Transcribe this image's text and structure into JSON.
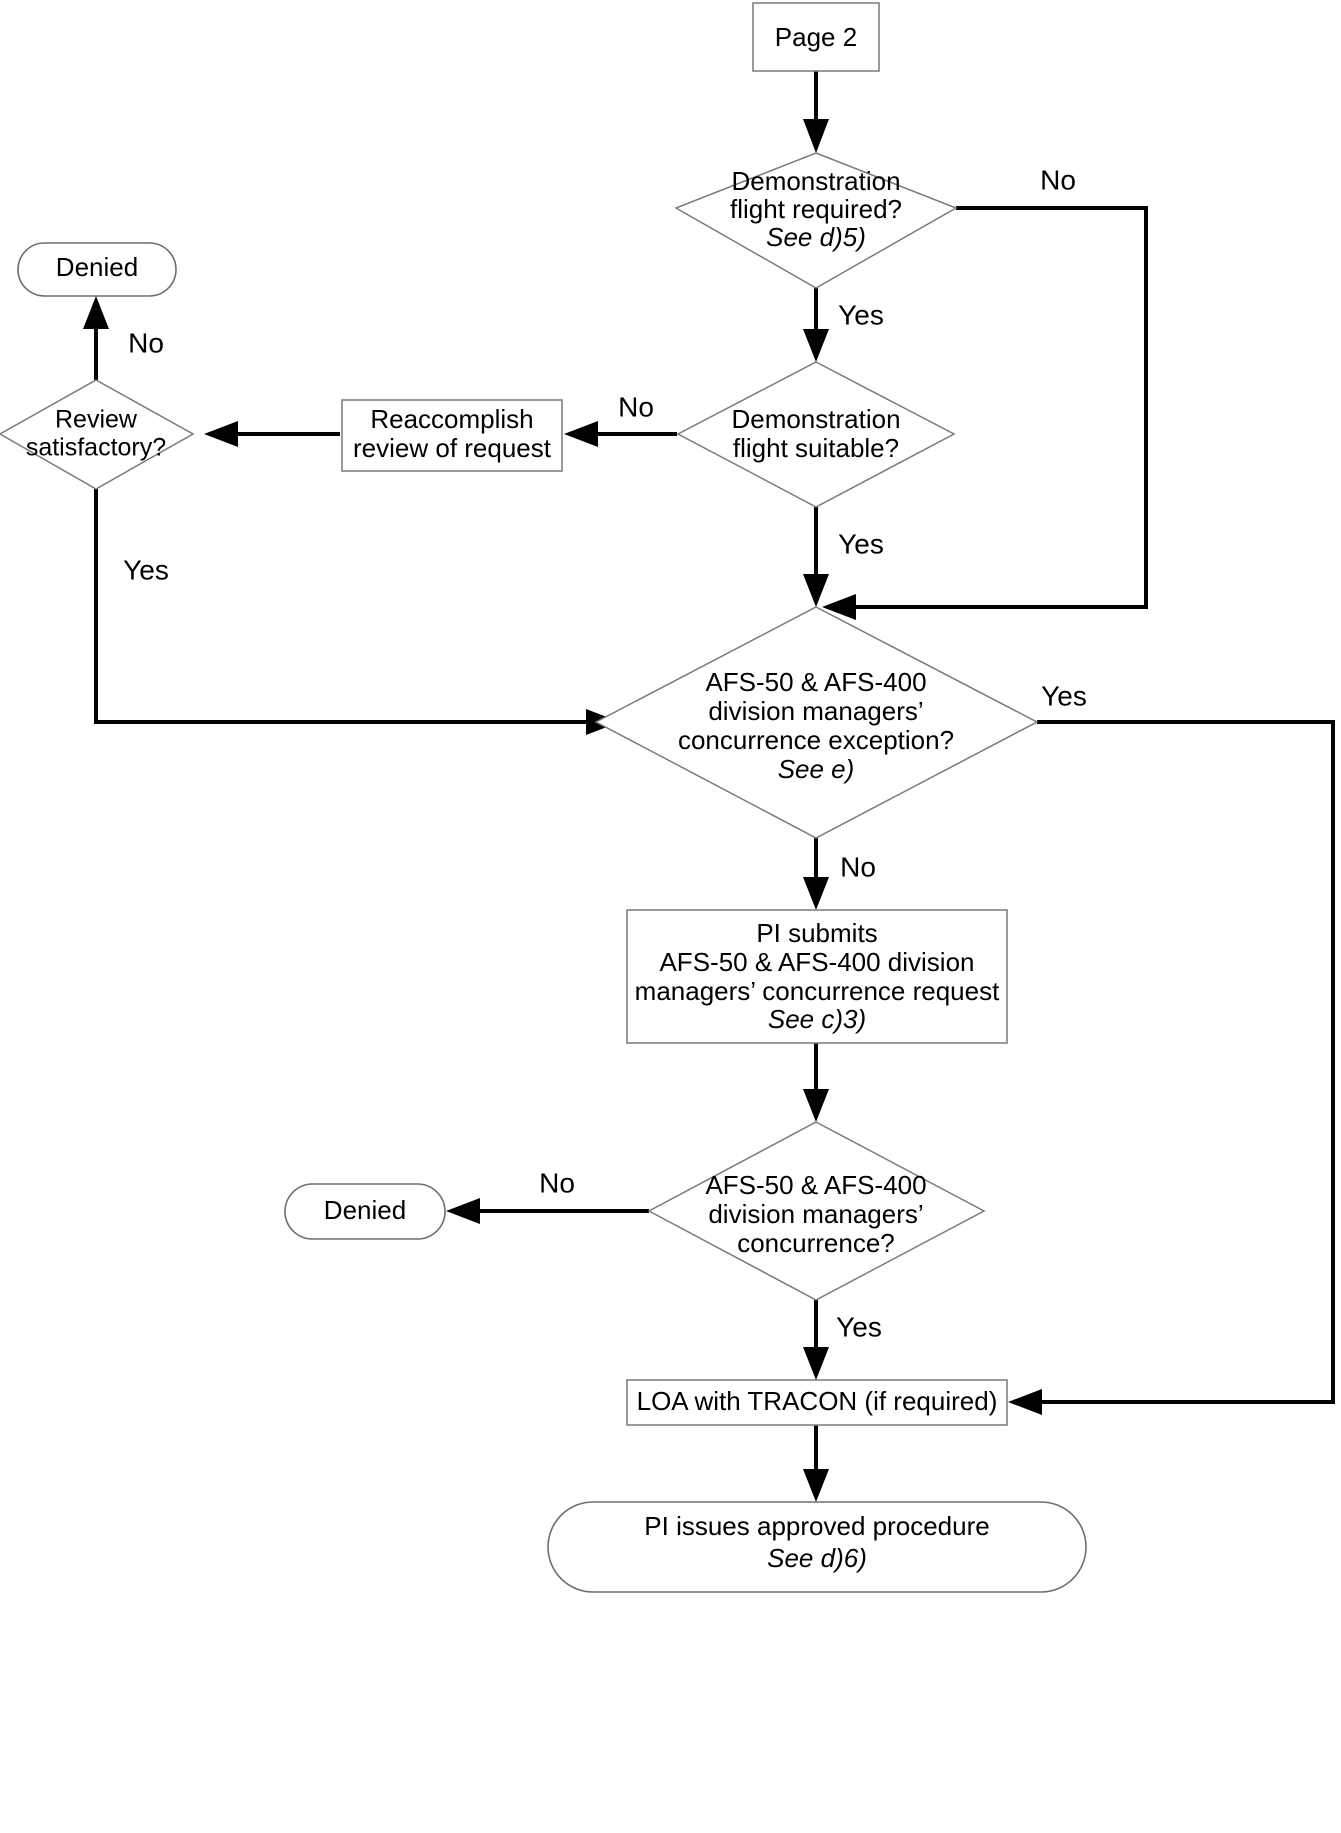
{
  "diagram": {
    "title": "Page 2",
    "type": "flowchart",
    "nodes": [
      {
        "id": "page2",
        "shape": "process",
        "lines": [
          "Page 2"
        ],
        "italic_lines": []
      },
      {
        "id": "demo-flight-required",
        "shape": "decision",
        "lines": [
          "Demonstration",
          "flight required?"
        ],
        "italic_lines": [
          "See d)5)"
        ]
      },
      {
        "id": "denied-top",
        "shape": "terminator",
        "lines": [
          "Denied"
        ],
        "italic_lines": []
      },
      {
        "id": "review-satisfactory",
        "shape": "decision",
        "lines": [
          "Review",
          "satisfactory?"
        ],
        "italic_lines": []
      },
      {
        "id": "reaccomplish-review",
        "shape": "process",
        "lines": [
          "Reaccomplish",
          "review of request"
        ],
        "italic_lines": []
      },
      {
        "id": "demo-flight-suitable",
        "shape": "decision",
        "lines": [
          "Demonstration",
          "flight suitable?"
        ],
        "italic_lines": []
      },
      {
        "id": "concurrence-exception",
        "shape": "decision",
        "lines": [
          "AFS-50 & AFS-400",
          "division managers’",
          "concurrence exception?"
        ],
        "italic_lines": [
          "See e)"
        ]
      },
      {
        "id": "pi-submits",
        "shape": "process",
        "lines": [
          "PI submits",
          "AFS-50 & AFS-400 division",
          "managers’ concurrence request"
        ],
        "italic_lines": [
          "See c)3)"
        ]
      },
      {
        "id": "concurrence-decision",
        "shape": "decision",
        "lines": [
          "AFS-50 & AFS-400",
          "division managers’",
          "concurrence?"
        ],
        "italic_lines": []
      },
      {
        "id": "denied-bottom",
        "shape": "terminator",
        "lines": [
          "Denied"
        ],
        "italic_lines": []
      },
      {
        "id": "loa-tracon",
        "shape": "process",
        "lines": [
          "LOA with TRACON (if required)"
        ],
        "italic_lines": []
      },
      {
        "id": "pi-issues-procedure",
        "shape": "terminator",
        "lines": [
          "PI issues approved procedure"
        ],
        "italic_lines": [
          "See d)6)"
        ]
      }
    ],
    "labels": {
      "page2_title": "Page 2",
      "demo_required_l1": "Demonstration",
      "demo_required_l2": "flight required?",
      "demo_required_ref": "See d)5)",
      "denied_top": "Denied",
      "review_l1": "Review",
      "review_l2": "satisfactory?",
      "reaccomplish_l1": "Reaccomplish",
      "reaccomplish_l2": "review of request",
      "demo_suitable_l1": "Demonstration",
      "demo_suitable_l2": "flight suitable?",
      "exception_l1": "AFS-50 & AFS-400",
      "exception_l2": "division managers’",
      "exception_l3": "concurrence exception?",
      "exception_ref": "See e)",
      "pi_submits_l1": "PI submits",
      "pi_submits_l2": "AFS-50 & AFS-400 division",
      "pi_submits_l3": "managers’ concurrence request",
      "pi_submits_ref": "See c)3)",
      "concurrence_l1": "AFS-50 & AFS-400",
      "concurrence_l2": "division managers’",
      "concurrence_l3": "concurrence?",
      "denied_bottom": "Denied",
      "loa_tracon": "LOA with TRACON (if required)",
      "pi_issues_l1": "PI issues approved procedure",
      "pi_issues_ref": "See d)6)"
    },
    "edge_labels": {
      "demo_required_no": "No",
      "demo_required_yes": "Yes",
      "review_no": "No",
      "review_yes": "Yes",
      "demo_suitable_no": "No",
      "demo_suitable_yes": "Yes",
      "exception_yes": "Yes",
      "exception_no": "No",
      "concurrence_no": "No",
      "concurrence_yes": "Yes"
    },
    "edges": [
      {
        "from": "page2",
        "to": "demo-flight-required",
        "label": ""
      },
      {
        "from": "demo-flight-required",
        "to": "concurrence-exception",
        "label": "No"
      },
      {
        "from": "demo-flight-required",
        "to": "demo-flight-suitable",
        "label": "Yes"
      },
      {
        "from": "demo-flight-suitable",
        "to": "reaccomplish-review",
        "label": "No"
      },
      {
        "from": "demo-flight-suitable",
        "to": "concurrence-exception",
        "label": "Yes"
      },
      {
        "from": "reaccomplish-review",
        "to": "review-satisfactory",
        "label": ""
      },
      {
        "from": "review-satisfactory",
        "to": "denied-top",
        "label": "No"
      },
      {
        "from": "review-satisfactory",
        "to": "concurrence-exception",
        "label": "Yes"
      },
      {
        "from": "concurrence-exception",
        "to": "loa-tracon",
        "label": "Yes"
      },
      {
        "from": "concurrence-exception",
        "to": "pi-submits",
        "label": "No"
      },
      {
        "from": "pi-submits",
        "to": "concurrence-decision",
        "label": ""
      },
      {
        "from": "concurrence-decision",
        "to": "denied-bottom",
        "label": "No"
      },
      {
        "from": "concurrence-decision",
        "to": "loa-tracon",
        "label": "Yes"
      },
      {
        "from": "loa-tracon",
        "to": "pi-issues-procedure",
        "label": ""
      }
    ],
    "colors": {
      "background": "#ffffff",
      "node_fill": "#ffffff",
      "node_stroke": "#808080",
      "line": "#000000",
      "text": "#000000"
    }
  }
}
